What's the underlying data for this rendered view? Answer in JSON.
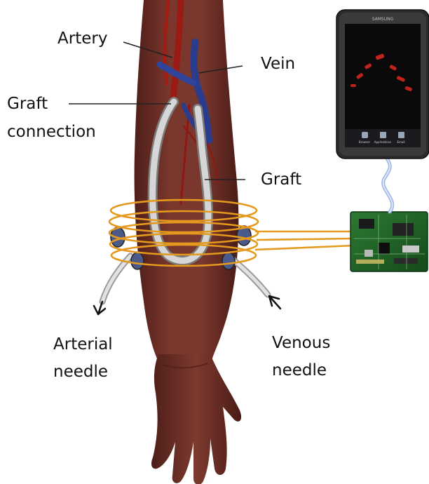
{
  "labels": {
    "artery": "Artery",
    "vein": "Vein",
    "graft_connection_line1": "Graft",
    "graft_connection_line2": "connection",
    "graft": "Graft",
    "arterial_needle_line1": "Arterial",
    "arterial_needle_line2": "needle",
    "venous_needle_line1": "Venous",
    "venous_needle_line2": "needle"
  },
  "tablet": {
    "brand": "SAMSUNG",
    "dock": [
      "Browser",
      "Applications",
      "Email"
    ]
  },
  "colors": {
    "skin": "#6e2f28",
    "skin_highlight": "#8b4236",
    "artery": "#9a1a14",
    "vein": "#2a3d8c",
    "graft": "#c9c9c9",
    "coil": "#e39a1f",
    "pcb": "#1d5a24",
    "tablet_body": "#2b2b2b",
    "tablet_screen": "#0a0a0a",
    "tablet_marks": "#c0221c",
    "cable": "#9fb4e6"
  }
}
